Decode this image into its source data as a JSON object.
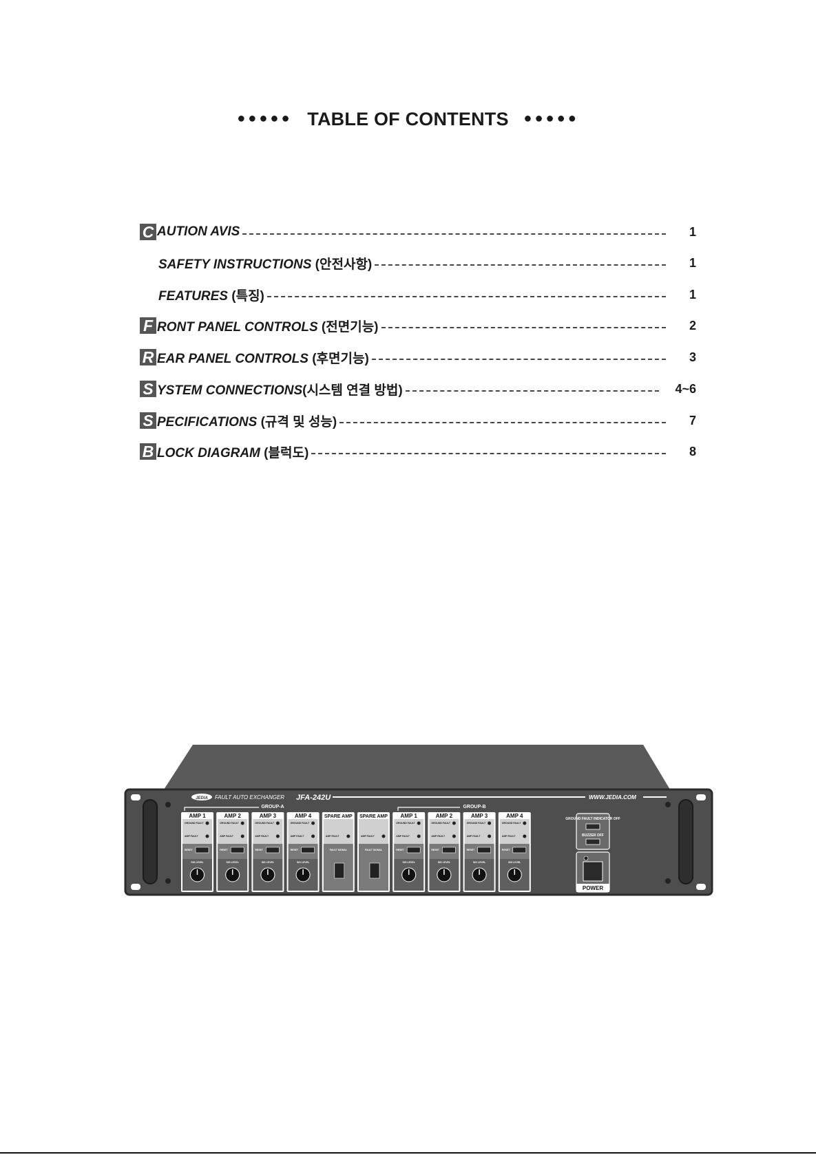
{
  "title": {
    "dots_left": "●●●●●",
    "text": "TABLE OF CONTENTS",
    "dots_right": "●●●●●"
  },
  "toc": [
    {
      "cap": "C",
      "text": "AUTION AVIS",
      "ko": "",
      "page": "1"
    },
    {
      "cap": "",
      "text": "SAFETY INSTRUCTIONS",
      "ko": "(안전사항)",
      "page": "1"
    },
    {
      "cap": "",
      "text": "FEATURES",
      "ko": "(특징)",
      "page": "1"
    },
    {
      "cap": "F",
      "text": "RONT PANEL CONTROLS",
      "ko": "(전면기능)",
      "page": "2"
    },
    {
      "cap": "R",
      "text": "EAR PANEL CONTROLS",
      "ko": "(후면기능)",
      "page": "3"
    },
    {
      "cap": "S",
      "text": "YSTEM CONNECTIONS",
      "ko": "(시스템 연결 방법)",
      "page": "4~6"
    },
    {
      "cap": "S",
      "text": "PECIFICATIONS",
      "ko": "(규격 및 성능)",
      "page": "7"
    },
    {
      "cap": "B",
      "text": "LOCK DIAGRAM",
      "ko": "(블럭도)",
      "page": "8"
    }
  ],
  "device": {
    "brand": "JEDIA",
    "product": "FAULT AUTO EXCHANGER",
    "model": "JFA-242U",
    "website": "WWW.JEDIA.COM",
    "group_a": "GROUP-A",
    "group_b": "GROUP-B",
    "modules": [
      "AMP 1",
      "AMP 2",
      "AMP 3",
      "AMP 4",
      "SPARE AMP",
      "SPARE AMP",
      "AMP 1",
      "AMP 2",
      "AMP 3",
      "AMP 4"
    ],
    "labels": {
      "ground_fault": "GROUND FAULT",
      "amp_fault": "AMP FAULT",
      "reset": "RESET",
      "sig_level": "SIG LEVEL",
      "fault_signal": "FAULT SIGNAL",
      "ground_fault_off": "GROUND FAULT INDICATOR OFF",
      "buzzer_off": "BUZZER OFF",
      "power": "POWER"
    }
  }
}
